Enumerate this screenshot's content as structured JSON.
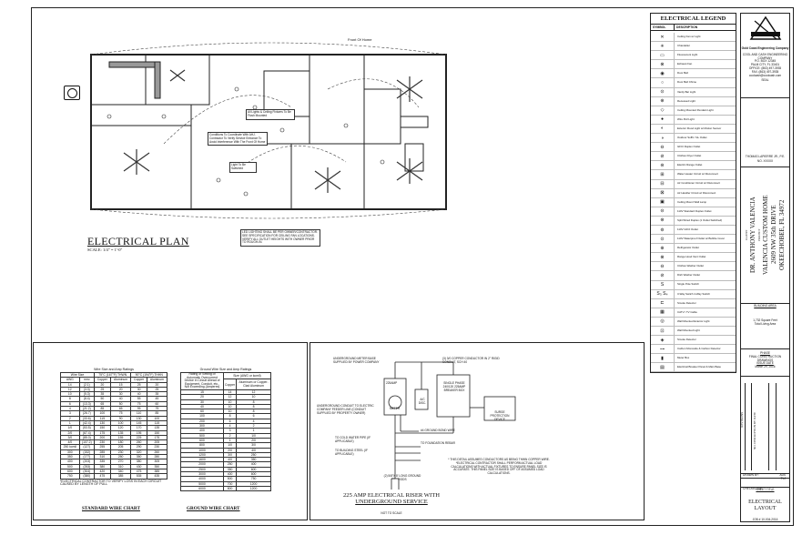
{
  "plan": {
    "title": "ELECTRICAL PLAN",
    "scale": "SCALE: 1/4\" = 1'-0\"",
    "top_label": "Front Of Home",
    "note_box_1": "All Lights & Ceiling Fixtures To Be Flush Mounted",
    "note_box_2": "Conditions To Coordinate With AHJ. Contractor To Verify Service Entrance To Avoid Interference With The Front Of Home",
    "note_box_3": "Light To Be Switched",
    "bottom_note": "LED LIGHTING SHALL BE PER OWNER/CONTRACTOR. SEE SPECIFICATION FOR CEILING FAN LOCATIONS. VERIFY ALL OUTLET HEIGHTS WITH OWNER PRIOR TO ROUGH-IN."
  },
  "legend": {
    "title": "ELECTRICAL LEGEND",
    "col_symbol": "SYMBOL",
    "col_description": "DESCRIPTION",
    "items": [
      {
        "sym": "✕",
        "desc": "Ceiling Fan w/ Light"
      },
      {
        "sym": "✳",
        "desc": "Chandelier"
      },
      {
        "sym": "▭",
        "desc": "Fluorescent Light"
      },
      {
        "sym": "⊗",
        "desc": "Exhaust Fan"
      },
      {
        "sym": "◉",
        "desc": "Door Bell"
      },
      {
        "sym": "○",
        "desc": "Door Bell Chime"
      },
      {
        "sym": "⊙",
        "desc": "Vanity Bar Light"
      },
      {
        "sym": "⊕",
        "desc": "Recessed Light"
      },
      {
        "sym": "◇",
        "desc": "Ceiling Mounted Pendant Light"
      },
      {
        "sym": "●",
        "desc": "Wire Pull Light"
      },
      {
        "sym": "◐",
        "desc": "Exterior Flood Light w/ Motion Sensor"
      },
      {
        "sym": "◑",
        "desc": "Outdoor Soffit / GL Outlet"
      },
      {
        "sym": "⊖",
        "desc": "GFCI Duplex Outlet"
      },
      {
        "sym": "⊘",
        "desc": "Clothes Dryer Outlet"
      },
      {
        "sym": "⊜",
        "desc": "Electric Range Outlet"
      },
      {
        "sym": "⊞",
        "desc": "Water Heater Circuit w/ Disconnect"
      },
      {
        "sym": "⊟",
        "desc": "Air Conditioner Circuit w/ Disconnect"
      },
      {
        "sym": "⊠",
        "desc": "Air Handler Circuit w/ Disconnect"
      },
      {
        "sym": "▣",
        "desc": "Ceiling Mount Wall Lamp"
      },
      {
        "sym": "⊝",
        "desc": "110V Standard Duplex Outlet"
      },
      {
        "sym": "⊛",
        "desc": "Split Wired Duplex (1 Outlet Switched)"
      },
      {
        "sym": "⊚",
        "desc": "110V GFCI Outlet"
      },
      {
        "sym": "⊙",
        "desc": "110V Waterproof Outlet w/ Bubble Cover"
      },
      {
        "sym": "⊕",
        "desc": "Refrigerator Outlet"
      },
      {
        "sym": "⊗",
        "desc": "Range Hood Vent Outlet"
      },
      {
        "sym": "⊖",
        "desc": "Clothes Washer Outlet"
      },
      {
        "sym": "⊘",
        "desc": "Dish Washer Outlet"
      },
      {
        "sym": "S",
        "desc": "Single Pole Switch"
      },
      {
        "sym": "S₃ S₄",
        "desc": "3-Way Switch   4-Way Switch"
      },
      {
        "sym": "⊏",
        "desc": "Smoke Detector"
      },
      {
        "sym": "▦",
        "desc": "CATV / TV Cable"
      },
      {
        "sym": "◎",
        "desc": "Wall Mounted Exterior Light"
      },
      {
        "sym": "⊡",
        "desc": "Wall Mounted Light"
      },
      {
        "sym": "◈",
        "desc": "Smoke Detector"
      },
      {
        "sym": "⊶",
        "desc": "Carbon Monoxide & Carbon Detector"
      },
      {
        "sym": "▮",
        "desc": "Meter Box"
      },
      {
        "sym": "▤",
        "desc": "Electrical Breaker Panel & Main Base"
      }
    ]
  },
  "titleblock": {
    "company_logo": "Gold Coast Engineering Company",
    "company": "COOL AND CASH ENGINEERING COMPANY",
    "address1": "P.O. BOX 12345",
    "address2": "PALM CITY, FL 33401",
    "phone": "OFFICE: (863) 497-3935",
    "fax": "FAX: (863) 497-3935",
    "email": "coolcash@coolcash.com",
    "seal": "SEAL",
    "engineer": "THOMAS LAPIERRE JR., P.E.",
    "license": "NO. XXXXX",
    "client_label": "CLIENT",
    "client_name": "DR. ANTHONY VALENCIA",
    "project_label": "PROJECT",
    "project_name": "VALENCIA CUSTOM HOME",
    "address_line": "2609 NW 35th DRIVE",
    "city_line": "OKEECHOBEE, FL 34972",
    "building_area": "BUILDING AREA",
    "area1": "1,732 Square Feet",
    "area2": "Total Living Area",
    "phase_label": "PHASE",
    "phase": "FINAL CONSTRUCTION DRAWINGS",
    "issue_label": "ISSUE DATE",
    "issue_date": "March 29, 2016",
    "revisions": "REVISIONS",
    "rev_cols": "NO.   DESCRIPTION   BY   DATE",
    "drawn_by_label": "DRAWN BY:",
    "drawn_by": "ADS",
    "checked_label": "CHECKED BY:",
    "checked": "TLJ",
    "sheet_label": "SHEET TITLE",
    "sheet_title": "ELECTRICAL LAYOUT",
    "job_no": "JOB # 10-004-2016"
  },
  "wire_chart": {
    "caption": "Wire Size and Amp Ratings",
    "h1": [
      "Wire Size",
      "75°C (167°F) THWN",
      "90°C (194°F) THHN"
    ],
    "h2": [
      "AWG",
      "mm²",
      "Copper",
      "Aluminum",
      "Copper",
      "Aluminum"
    ],
    "rows": [
      [
        "14",
        "(2.1)",
        "20",
        "15",
        "25",
        "20"
      ],
      [
        "12",
        "(3.3)",
        "25",
        "20",
        "30",
        "25"
      ],
      [
        "10",
        "(5.3)",
        "35",
        "30",
        "40",
        "35"
      ],
      [
        "8",
        "(8.4)",
        "50",
        "40",
        "55",
        "45"
      ],
      [
        "6",
        "(13.3)",
        "65",
        "50",
        "75",
        "60"
      ],
      [
        "4",
        "(21.2)",
        "85",
        "65",
        "95",
        "75"
      ],
      [
        "3",
        "(26.7)",
        "100",
        "75",
        "110",
        "85"
      ],
      [
        "2",
        "(33.6)",
        "115",
        "90",
        "130",
        "100"
      ],
      [
        "1",
        "(42.4)",
        "130",
        "100",
        "145",
        "115"
      ],
      [
        "1/0",
        "(53.5)",
        "150",
        "120",
        "170",
        "135"
      ],
      [
        "2/0",
        "(67.4)",
        "175",
        "135",
        "195",
        "150"
      ],
      [
        "3/0",
        "(85.0)",
        "200",
        "155",
        "225",
        "175"
      ],
      [
        "4/0",
        "(107.2)",
        "230",
        "180",
        "260",
        "205"
      ],
      [
        "250 kcmil",
        "(127)",
        "255",
        "205",
        "290",
        "230"
      ],
      [
        "300",
        "(152)",
        "285",
        "230",
        "320",
        "260"
      ],
      [
        "350",
        "(177)",
        "310",
        "250",
        "350",
        "280"
      ],
      [
        "400",
        "(203)",
        "335",
        "270",
        "380",
        "305"
      ],
      [
        "500",
        "(253)",
        "380",
        "310",
        "430",
        "350"
      ],
      [
        "600",
        "(304)",
        "420",
        "340",
        "475",
        "385"
      ],
      [
        "750",
        "(380)",
        "475",
        "385",
        "535",
        "435"
      ]
    ],
    "note": "*ELECTRICAL CONTRACTOR TO VERIFY LOSS IN EACH CIRCUIT CAUSED BY LENGTH OF PULL",
    "label": "STANDARD WIRE CHART"
  },
  "ground_chart": {
    "caption": "Ground Wire Size and Amp Ratings",
    "h1": [
      "Rating or Setting of Automatic Overcurrent Device in Circuit Ahead of Equipment, Conduit, etc., Not Exceeding (Amperes)",
      "Size (AWG or kcmil)"
    ],
    "h2": [
      "Copper",
      "Aluminum or Copper-Clad Aluminum"
    ],
    "rows": [
      [
        "15",
        "14",
        "12"
      ],
      [
        "20",
        "12",
        "10"
      ],
      [
        "30",
        "10",
        "8"
      ],
      [
        "40",
        "10",
        "8"
      ],
      [
        "60",
        "10",
        "8"
      ],
      [
        "100",
        "8",
        "6"
      ],
      [
        "200",
        "6",
        "4"
      ],
      [
        "300",
        "4",
        "2"
      ],
      [
        "400",
        "3",
        "1"
      ],
      [
        "500",
        "2",
        "1/0"
      ],
      [
        "600",
        "1",
        "2/0"
      ],
      [
        "800",
        "1/0",
        "3/0"
      ],
      [
        "1000",
        "2/0",
        "4/0"
      ],
      [
        "1200",
        "3/0",
        "250"
      ],
      [
        "1600",
        "4/0",
        "350"
      ],
      [
        "2000",
        "250",
        "400"
      ],
      [
        "2500",
        "350",
        "600"
      ],
      [
        "3000",
        "400",
        "600"
      ],
      [
        "4000",
        "500",
        "750"
      ],
      [
        "5000",
        "700",
        "1200"
      ],
      [
        "6000",
        "800",
        "1200"
      ]
    ],
    "label": "GROUND WIRE CHART"
  },
  "riser": {
    "meter_label": "UNDERGROUND METER BASE SUPPLIED BY POWER COMPANY",
    "conductor_label": "(3) 3/0 COPPER CONDUCTOR IN 2\" RIGID CONDUIT, SCH 40",
    "meter_amp": "225AMP",
    "meter": "METER",
    "ac_disc": "A/C DISC.",
    "breaker": "SINGLE PHASE 240/120 225AMP BREAKER BOX",
    "surge": "SURGE PROTECTION DEVICE",
    "conduit_label": "UNDERGROUND CONDUIT TO ELECTRIC COMPANY FEEDER LINE (CONDUIT SUPPLIED BY PROPERTY OWNER)",
    "ground_wire": "#4 GROUND BOND WIRE",
    "water_pipe": "TO COLD WATER PIPE (IF APPLICABLE)",
    "foundation": "TO FOUNDATION REBAR",
    "steel": "TO BUILDING STEEL (IF APPLICABLE)",
    "rods": "(2) 5/8\"X 8' LONG GROUND RODS",
    "notes": "* THIS DETAIL ASSUMES CONDUCTORS AS BEING THWN COPPER WIRE. *ELECTRICAL CONTRACTOR SHALL PERFORM ACTUAL LOAD CALCULATIONS WITH ACTUAL FIXTURES TO ENSURE PANEL SIZE IS ACCURATE. THIS PANEL SIZE IS BASED OFF OF ASSUMED LOAD CALCULATIONS.",
    "title1": "225 AMP ELECTRICAL RISER WITH",
    "title2": "UNDERGROUND SERVICE",
    "not_to_scale": "NOT TO SCALE"
  }
}
